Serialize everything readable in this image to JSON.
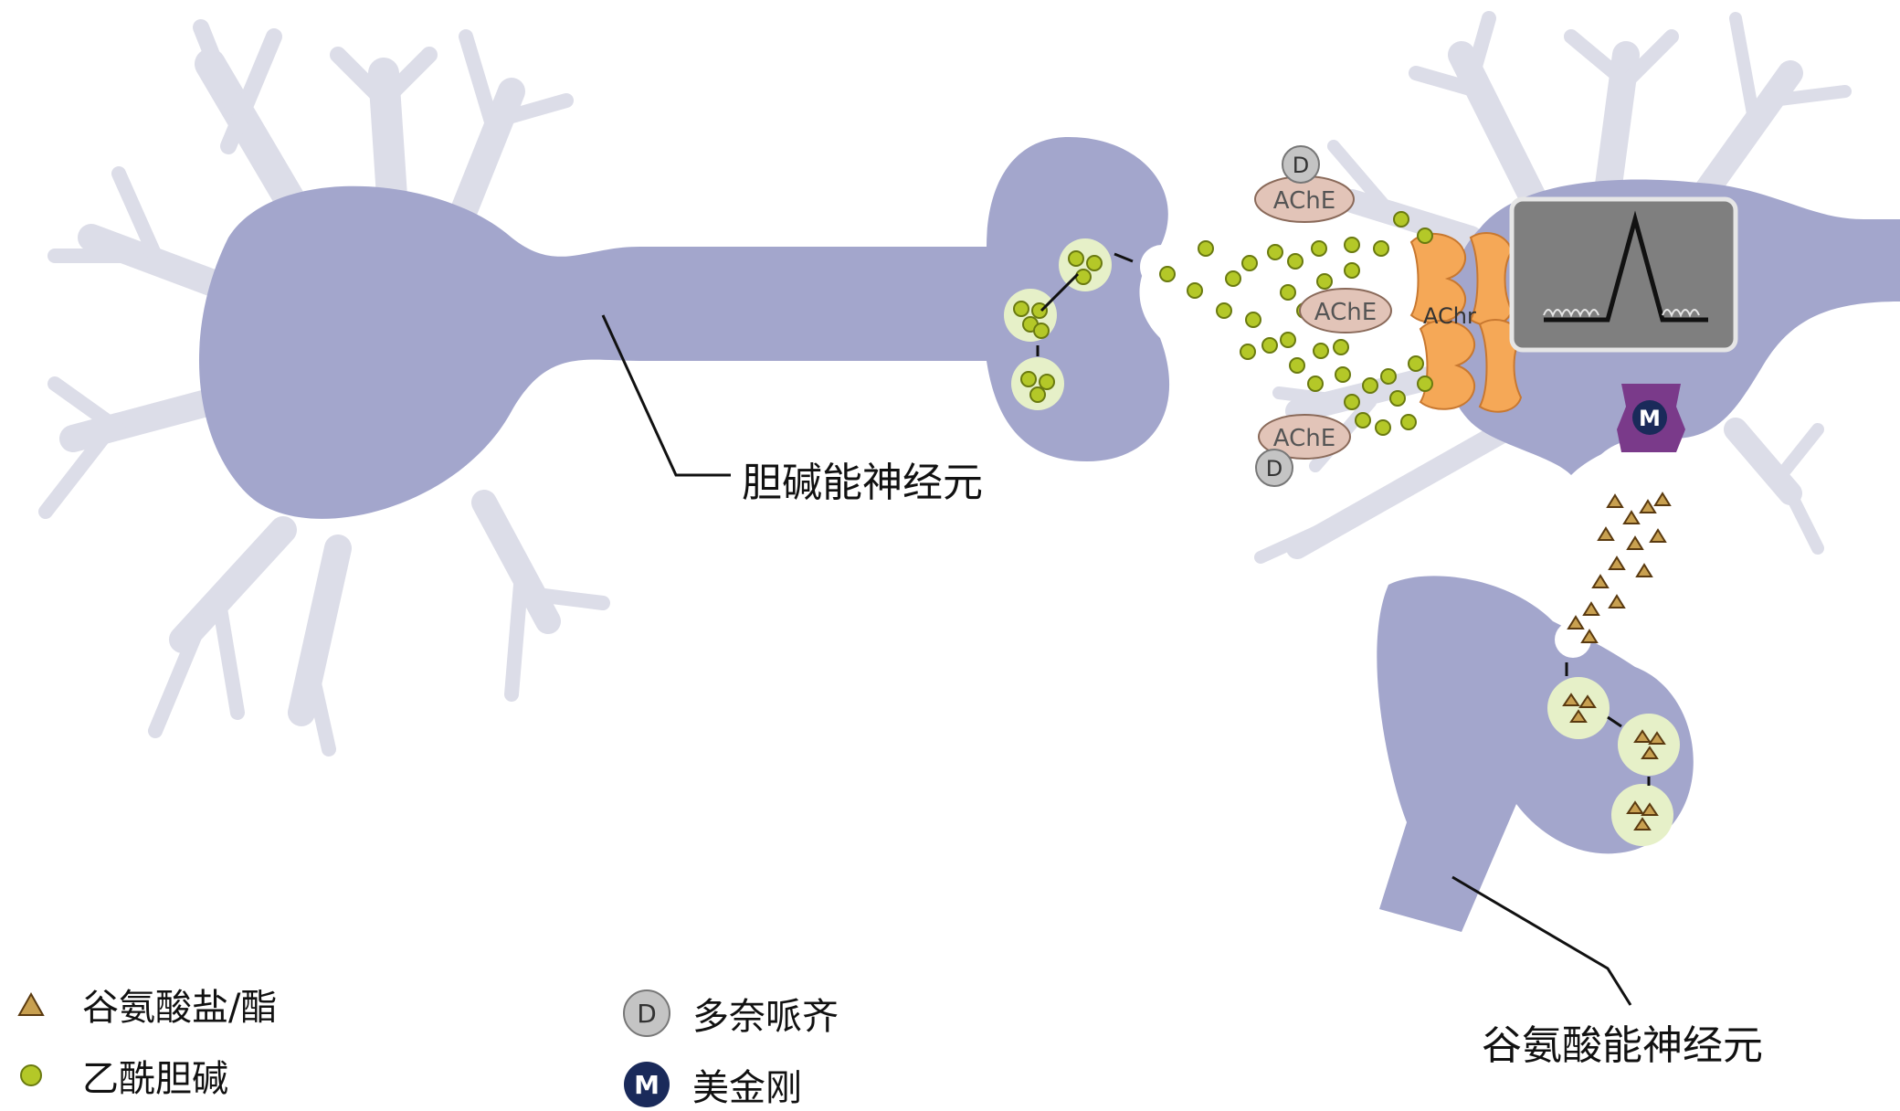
{
  "labels": {
    "cholinergic_neuron": "胆碱能神经元",
    "glutamatergic_neuron": "谷氨酸能神经元",
    "ache": "AChE",
    "achr": "AChr",
    "donepezil_symbol": "D",
    "memantine_symbol": "M"
  },
  "legend": {
    "glutamate": "谷氨酸盐/酯",
    "acetylcholine": "乙酰胆碱",
    "donepezil": "多奈哌齐",
    "memantine": "美金刚"
  },
  "colors": {
    "neuron": "#a3a6cc",
    "dendrite": "#dcdde8",
    "vesicle": "#e6f0c8",
    "acetylcholine": "#b4c828",
    "glutamate": "#c8a050",
    "receptor": "#f5a857",
    "ache": "#e2c4b8",
    "donepezil": "#c4c4c4",
    "memantine_receptor": "#7a3a8a",
    "memantine": "#1a2a5a",
    "monitor": "#7f7f7f"
  }
}
